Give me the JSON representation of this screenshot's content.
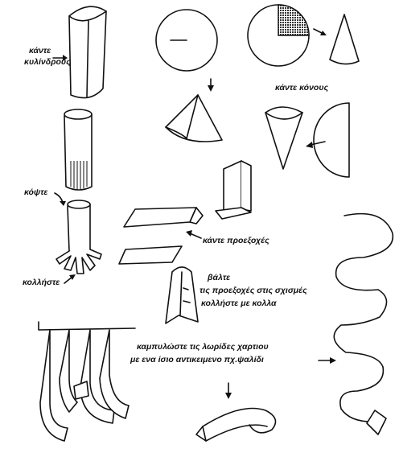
{
  "labels": {
    "make_cylinder_line1": "κάντε",
    "make_cylinder_line2": "κυλίνδρους",
    "make_cones": "κάντε κόνους",
    "cut": "κόψτε",
    "glue": "κολλήστε",
    "make_tabs": "κάντε προεξοχές",
    "insert_tabs_line1": "βάλτε",
    "insert_tabs_line2": "τις προεξοχές στις σχισμές",
    "insert_tabs_line3": "κολλήστε με κολλα",
    "curl_strips_line1": "καμπυλώστε τις λωρίδες χαρτιου",
    "curl_strips_line2": "με ενα ίσιο αντικειμενο πχ.ψαλίδι"
  }
}
